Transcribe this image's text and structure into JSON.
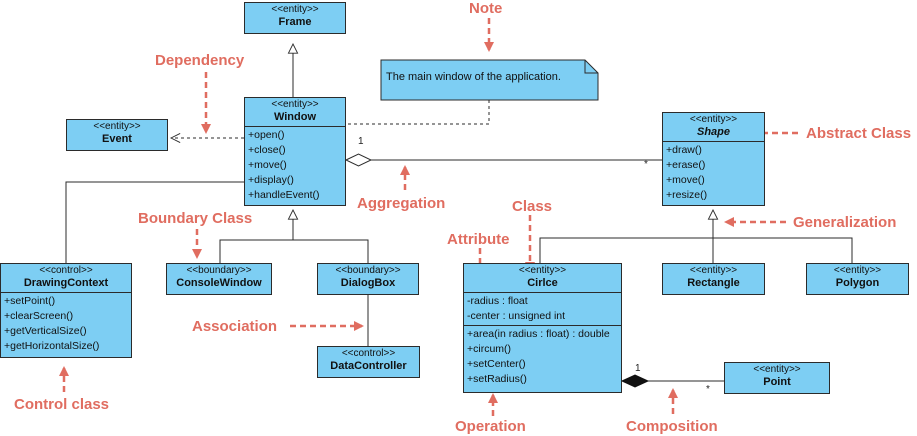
{
  "classes": {
    "frame": {
      "stereotype": "<<entity>>",
      "name": "Frame"
    },
    "window": {
      "stereotype": "<<entity>>",
      "name": "Window",
      "operations": [
        "+open()",
        "+close()",
        "+move()",
        "+display()",
        "+handleEvent()"
      ]
    },
    "event": {
      "stereotype": "<<entity>>",
      "name": "Event"
    },
    "shape": {
      "stereotype": "<<entity>>",
      "name": "Shape",
      "operations": [
        "+draw()",
        "+erase()",
        "+move()",
        "+resize()"
      ]
    },
    "drawing_context": {
      "stereotype": "<<control>>",
      "name": "DrawingContext",
      "operations": [
        "+setPoint()",
        "+clearScreen()",
        "+getVerticalSize()",
        "+getHorizontalSize()"
      ]
    },
    "console_window": {
      "stereotype": "<<boundary>>",
      "name": "ConsoleWindow"
    },
    "dialog_box": {
      "stereotype": "<<boundary>>",
      "name": "DialogBox"
    },
    "data_controller": {
      "stereotype": "<<control>>",
      "name": "DataController"
    },
    "circle": {
      "stereotype": "<<entity>>",
      "name": "Cirlce",
      "attributes": [
        "-radius : float",
        "-center : unsigned int"
      ],
      "operations": [
        "+area(in radius : float) : double",
        "+circum()",
        "+setCenter()",
        "+setRadius()"
      ]
    },
    "rectangle": {
      "stereotype": "<<entity>>",
      "name": "Rectangle"
    },
    "polygon": {
      "stereotype": "<<entity>>",
      "name": "Polygon"
    },
    "point": {
      "stereotype": "<<entity>>",
      "name": "Point"
    }
  },
  "note": {
    "text": "The main window of the application."
  },
  "multiplicities": {
    "aggregation_window": "1",
    "aggregation_shape": "*",
    "composition_circle": "1",
    "composition_point": "*"
  },
  "labels": {
    "note": "Note",
    "dependency": "Dependency",
    "abstract_class": "Abstract Class",
    "aggregation": "Aggregation",
    "boundary_class": "Boundary Class",
    "class": "Class",
    "generalization": "Generalization",
    "attribute": "Attribute",
    "association": "Association",
    "control_class": "Control class",
    "operation": "Operation",
    "composition": "Composition"
  },
  "colors": {
    "class_fill": "#7dcef3",
    "annotation": "#e06d60",
    "line": "#2b2b2b"
  }
}
